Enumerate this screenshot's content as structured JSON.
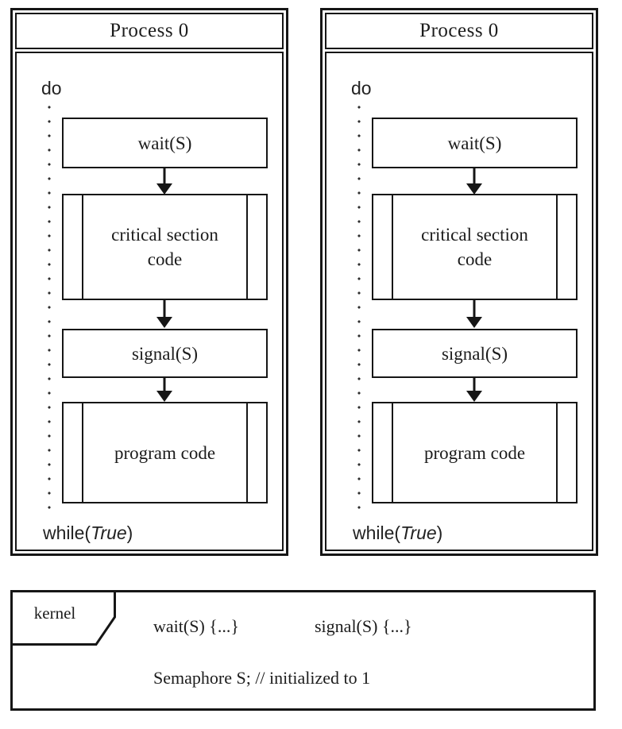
{
  "panels": [
    {
      "title": "Process 0",
      "do_label": "do",
      "wait_label": "wait(S)",
      "critical_line1": "critical section",
      "critical_line2": "code",
      "signal_label": "signal(S)",
      "program_label": "program code",
      "while_prefix": "while(",
      "while_italic": "True",
      "while_suffix": ")"
    },
    {
      "title": "Process 0",
      "do_label": "do",
      "wait_label": "wait(S)",
      "critical_line1": "critical section",
      "critical_line2": "code",
      "signal_label": "signal(S)",
      "program_label": "program code",
      "while_prefix": "while(",
      "while_italic": "True",
      "while_suffix": ")"
    }
  ],
  "kernel": {
    "tab_label": "kernel",
    "wait_decl": "wait(S) {...}",
    "signal_decl": "signal(S) {...}",
    "semaphore_decl": "Semaphore S; // initialized to 1"
  },
  "colors": {
    "border": "#161616",
    "text": "#1c1c1c",
    "background": "#ffffff"
  }
}
